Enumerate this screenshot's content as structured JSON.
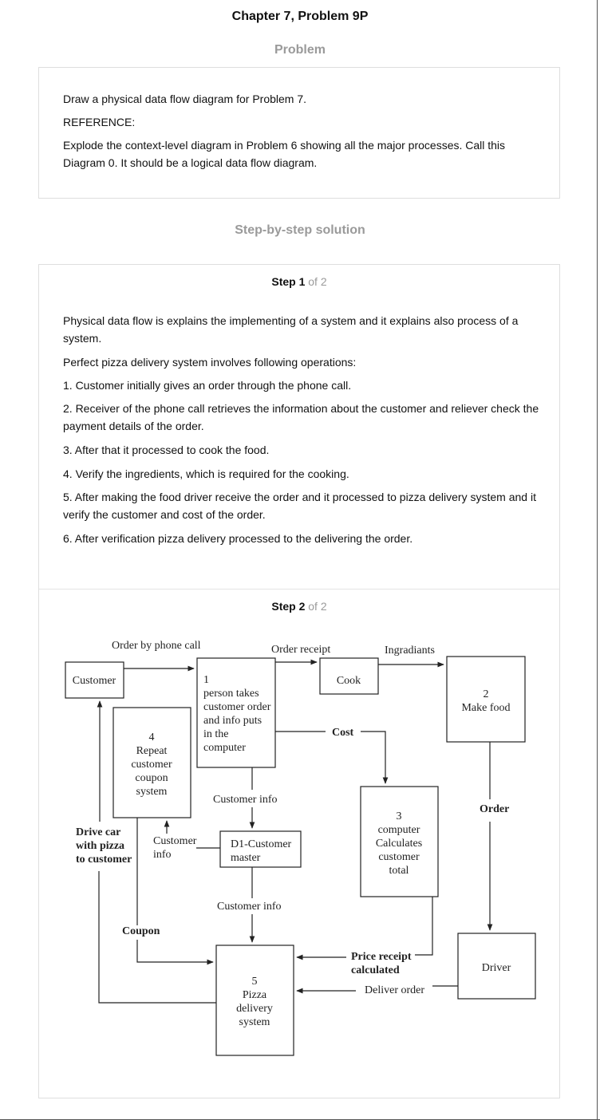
{
  "page_title": "Chapter 7, Problem 9P",
  "problem": {
    "heading": "Problem",
    "line1": "Draw a physical data flow diagram for Problem 7.",
    "line2": "REFERENCE:",
    "line3": "Explode the context-level diagram in Problem 6 showing all the major processes. Call this Diagram 0. It should be a logical data flow diagram."
  },
  "solution_heading": "Step-by-step solution",
  "step1": {
    "label": "Step 1",
    "of": "of 2",
    "intro": "Physical data flow is explains the implementing of a system and it explains also process of a system.",
    "ops_intro": "Perfect pizza delivery system involves following operations:",
    "items": [
      "1. Customer initially gives an order through the phone call.",
      "2. Receiver of the phone call retrieves the information about the customer and reliever check the payment details of the order.",
      "3. After that it processed to cook the food.",
      "4. Verify the ingredients, which is required for the cooking.",
      "5. After making the food driver receive the order and it processed to pizza delivery system and it verify the customer and cost of the order.",
      "6. After verification pizza delivery processed to the delivering the order."
    ]
  },
  "step2": {
    "label": "Step 2",
    "of": "of 2",
    "diagram": {
      "customer": "Customer",
      "p1": [
        "1",
        "person takes",
        "customer order",
        "and info puts",
        "in the",
        "computer"
      ],
      "cook": "Cook",
      "p2": [
        "2",
        "Make food"
      ],
      "p3": [
        "3",
        "computer",
        "Calculates",
        "customer",
        "total"
      ],
      "p4": [
        "4",
        "Repeat",
        "customer",
        "coupon",
        "system"
      ],
      "p5": [
        "5",
        "Pizza",
        "delivery",
        "system"
      ],
      "driver": "Driver",
      "datastore": [
        "D1-Customer",
        "master"
      ],
      "flows": {
        "order_by_phone": "Order by phone call",
        "order_receipt": "Order receipt",
        "ingradiants": "Ingradiants",
        "cost": "Cost",
        "customer_info_1": "Customer info",
        "customer_info_2": [
          "Customer",
          "info"
        ],
        "customer_info_3": "Customer info",
        "order": "Order",
        "drive_car": [
          "Drive car",
          "with pizza",
          "to customer"
        ],
        "coupon": "Coupon",
        "price_receipt": [
          "Price receipt",
          "calculated"
        ],
        "deliver_order": "Deliver order"
      }
    }
  }
}
